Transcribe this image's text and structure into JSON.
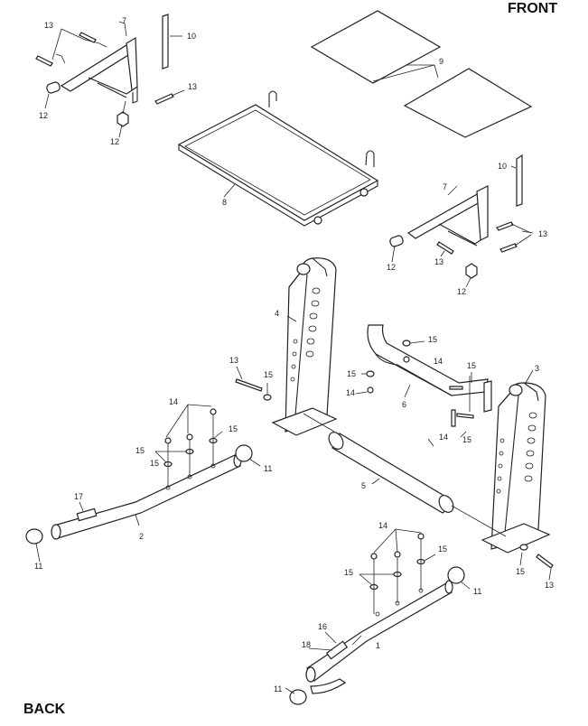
{
  "orientation": {
    "front": "FRONT",
    "back": "BACK"
  },
  "callouts": {
    "c1": "1",
    "c2": "2",
    "c3": "3",
    "c4": "4",
    "c5": "5",
    "c6": "6",
    "c7a": "7",
    "c7b": "7",
    "c8": "8",
    "c9": "9",
    "c10a": "10",
    "c10b": "10",
    "c11a": "11",
    "c11b": "11",
    "c11c": "11",
    "c11d": "11",
    "c12a": "12",
    "c12b": "12",
    "c12c": "12",
    "c12d": "12",
    "c13a": "13",
    "c13b": "13",
    "c13c": "13",
    "c13d": "13",
    "c13e": "13",
    "c13f": "13",
    "c14a": "14",
    "c14b": "14",
    "c14c": "14",
    "c14d": "14",
    "c14e": "14",
    "c15a": "15",
    "c15b": "15",
    "c15c": "15",
    "c15d": "15",
    "c15e": "15",
    "c15f": "15",
    "c15g": "15",
    "c15h": "15",
    "c15i": "15",
    "c15j": "15",
    "c15k": "15",
    "c16": "16",
    "c17": "17",
    "c18": "18"
  }
}
